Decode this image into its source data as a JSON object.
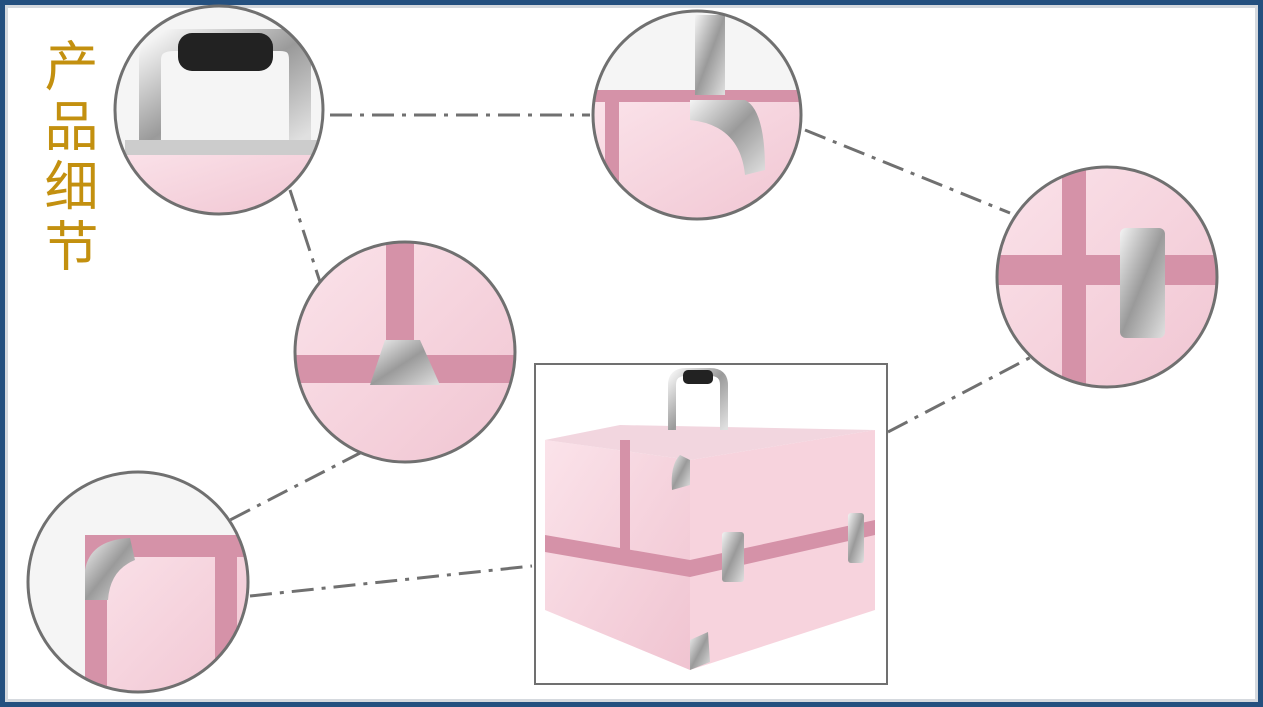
{
  "title": "产品细节",
  "colors": {
    "border": "#24507f",
    "title": "#c3900f",
    "case_pink": "#f4cdd8",
    "trim_pink": "#d592a8",
    "connector": "#707070"
  },
  "details": [
    "handle",
    "top-corner",
    "side-latch",
    "hinge",
    "bottom-corner"
  ]
}
